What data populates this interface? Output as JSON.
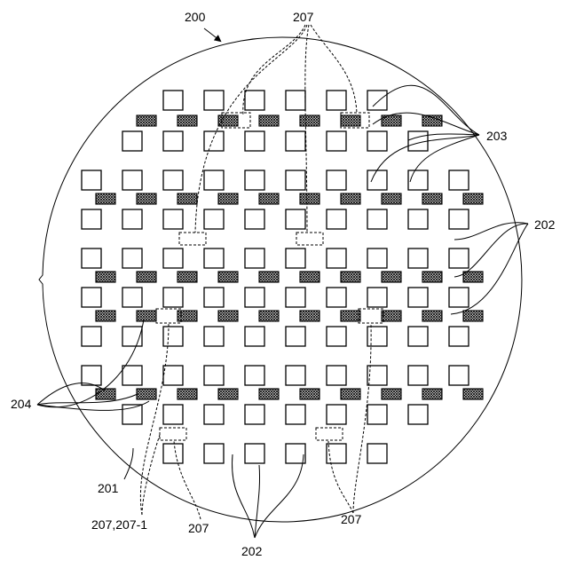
{
  "labels": {
    "wafer": "200",
    "outline": "201",
    "chip": "202",
    "chip_marker": "203",
    "pad": "204",
    "test_region": "207",
    "test_region_pair": "207,207-1"
  },
  "colors": {
    "line": "#000000",
    "background": "#ffffff"
  }
}
